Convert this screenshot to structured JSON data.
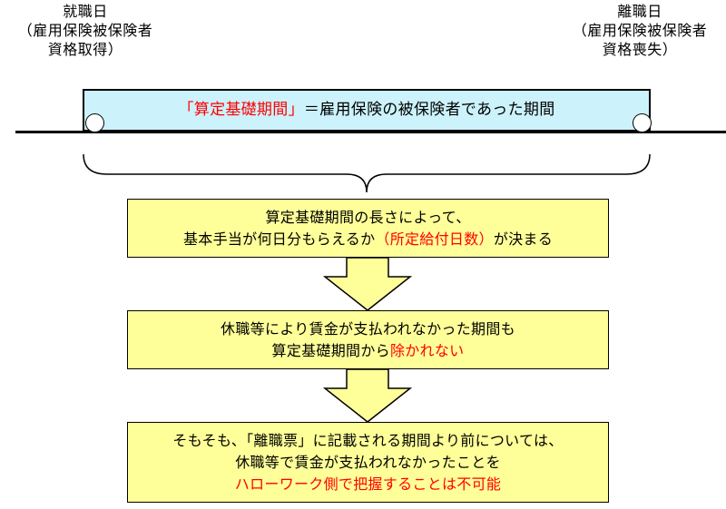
{
  "start_label": {
    "line1": "就職日",
    "line2": "（雇用保険被保険者",
    "line3": "資格取得）"
  },
  "end_label": {
    "line1": "離職日",
    "line2": "（雇用保険被保険者",
    "line3": "資格喪失）"
  },
  "period": {
    "term": "「算定基礎期間」",
    "definition": "＝雇用保険の被保険者であった期間"
  },
  "box1": {
    "line1": "算定基礎期間の長さによって、",
    "line2_pre": "基本手当が何日分もらえるか",
    "line2_red": "（所定給付日数）",
    "line2_post": "が決まる"
  },
  "box2": {
    "line1": "休職等により賃金が支払われなかった期間も",
    "line2_pre": "算定基礎期間から",
    "line2_red": "除かれない"
  },
  "box3": {
    "line1": "そもそも、「離職票」に記載される期間より前については、",
    "line2": "休職等で賃金が支払われなかったことを",
    "line3": "ハローワーク側で把握することは不可能"
  },
  "colors": {
    "period_fill": "#ccf2fb",
    "box_fill": "#ffff99",
    "arrow_fill": "#ffff99",
    "emphasis": "#ff0000"
  }
}
